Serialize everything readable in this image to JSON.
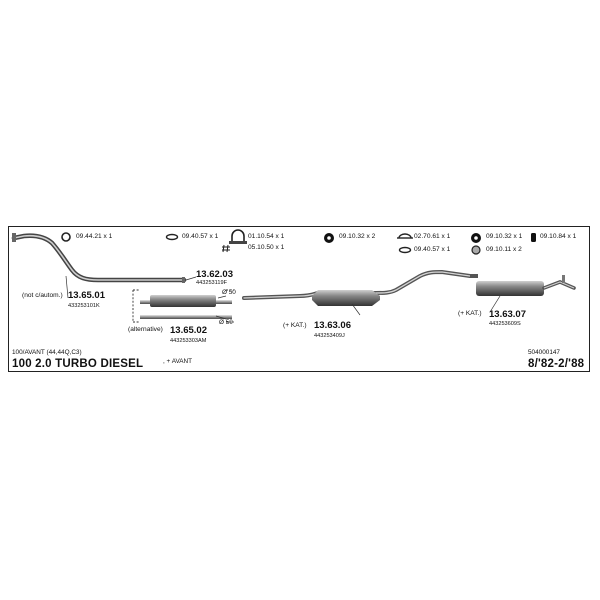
{
  "accessories": [
    {
      "code": "09.44.21",
      "qty": "x 1",
      "icon": "gasket-ring-icon"
    },
    {
      "code": "09.40.57",
      "qty": "x 1",
      "icon": "rubber-ring-icon"
    },
    {
      "code": "01.10.54",
      "qty": "x 1",
      "icon": "u-clamp-icon"
    },
    {
      "code": "05.10.50",
      "qty": "x 1",
      "icon": "bolt-nut-icon"
    },
    {
      "code": "09.10.32",
      "qty": "x 2",
      "icon": "rubber-mount-icon"
    },
    {
      "code": "02.70.61",
      "qty": "x 1",
      "icon": "pipe-clamp-icon"
    },
    {
      "code": "09.40.57",
      "qty": "x 1",
      "icon": "rubber-ring-icon"
    },
    {
      "code": "09.10.32",
      "qty": "x 1",
      "icon": "rubber-mount-icon"
    },
    {
      "code": "09.10.11",
      "qty": "x 2",
      "icon": "rubber-bung-icon"
    },
    {
      "code": "09.10.84",
      "qty": "x 1",
      "icon": "hanger-icon"
    }
  ],
  "parts": [
    {
      "number": "13.65.01",
      "ref": "433253101K",
      "note": "(not c/autom.)"
    },
    {
      "number": "13.62.03",
      "ref": "443253119F",
      "note": ""
    },
    {
      "number": "13.65.02",
      "ref": "443253303AM",
      "note": "(alternative)"
    },
    {
      "number": "13.63.06",
      "ref": "443253409J",
      "note": "(+ KAT.)"
    },
    {
      "number": "13.63.07",
      "ref": "443253609S",
      "note": "(+ KAT.)"
    }
  ],
  "diameters": [
    "Ø 50",
    "Ø 50"
  ],
  "model_line": "100/AVANT (44,44Q,C3)",
  "code": "504000147",
  "title": "100  2.0 TURBO DIESEL",
  "avant_note": ", + AVANT",
  "years": "8/'82-2/'88"
}
